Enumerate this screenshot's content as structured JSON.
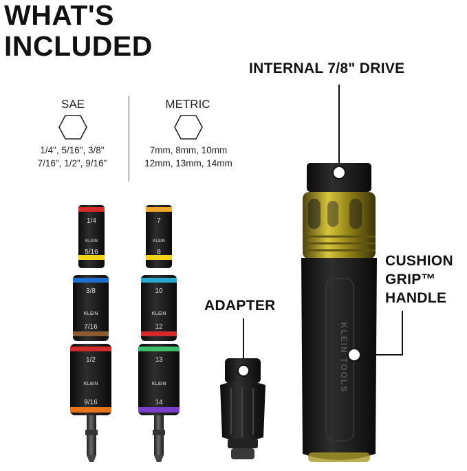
{
  "title": {
    "line1": "WHAT'S",
    "line2": "INCLUDED"
  },
  "sae": {
    "heading": "SAE",
    "line1": "1/4\", 5/16\", 3/8\"",
    "line2": "7/16\", 1/2\", 9/16\""
  },
  "metric": {
    "heading": "METRIC",
    "line1": "7mm, 8mm, 10mm",
    "line2": "12mm, 13mm, 14mm"
  },
  "callouts": {
    "drive": "INTERNAL 7/8\" DRIVE",
    "adapter": "ADAPTER",
    "grip_line1": "CUSHION",
    "grip_line2": "GRIP™",
    "grip_line3": "HANDLE"
  },
  "brand": {
    "socket_label": "KLEIN",
    "handle_label": "KLEIN TOOLS"
  },
  "sockets_sae": [
    "1/4",
    "5/16",
    "3/8",
    "7/16",
    "1/2",
    "9/16"
  ],
  "sockets_metric": [
    "7",
    "8",
    "10",
    "12",
    "13",
    "14"
  ],
  "colors": {
    "socket_body": "#1a1a1a",
    "band_red": "#d42a2a",
    "band_yellow": "#f2d21a",
    "band_blue": "#1f6fd1",
    "band_brown": "#8a5a34",
    "band_orange": "#e8731c",
    "band_green": "#3bbf6a",
    "band_purple": "#7a3fc8",
    "band_gold": "#f0a82a",
    "band_cyan": "#2aa8d4",
    "handle_amber": "#b7a21f"
  }
}
